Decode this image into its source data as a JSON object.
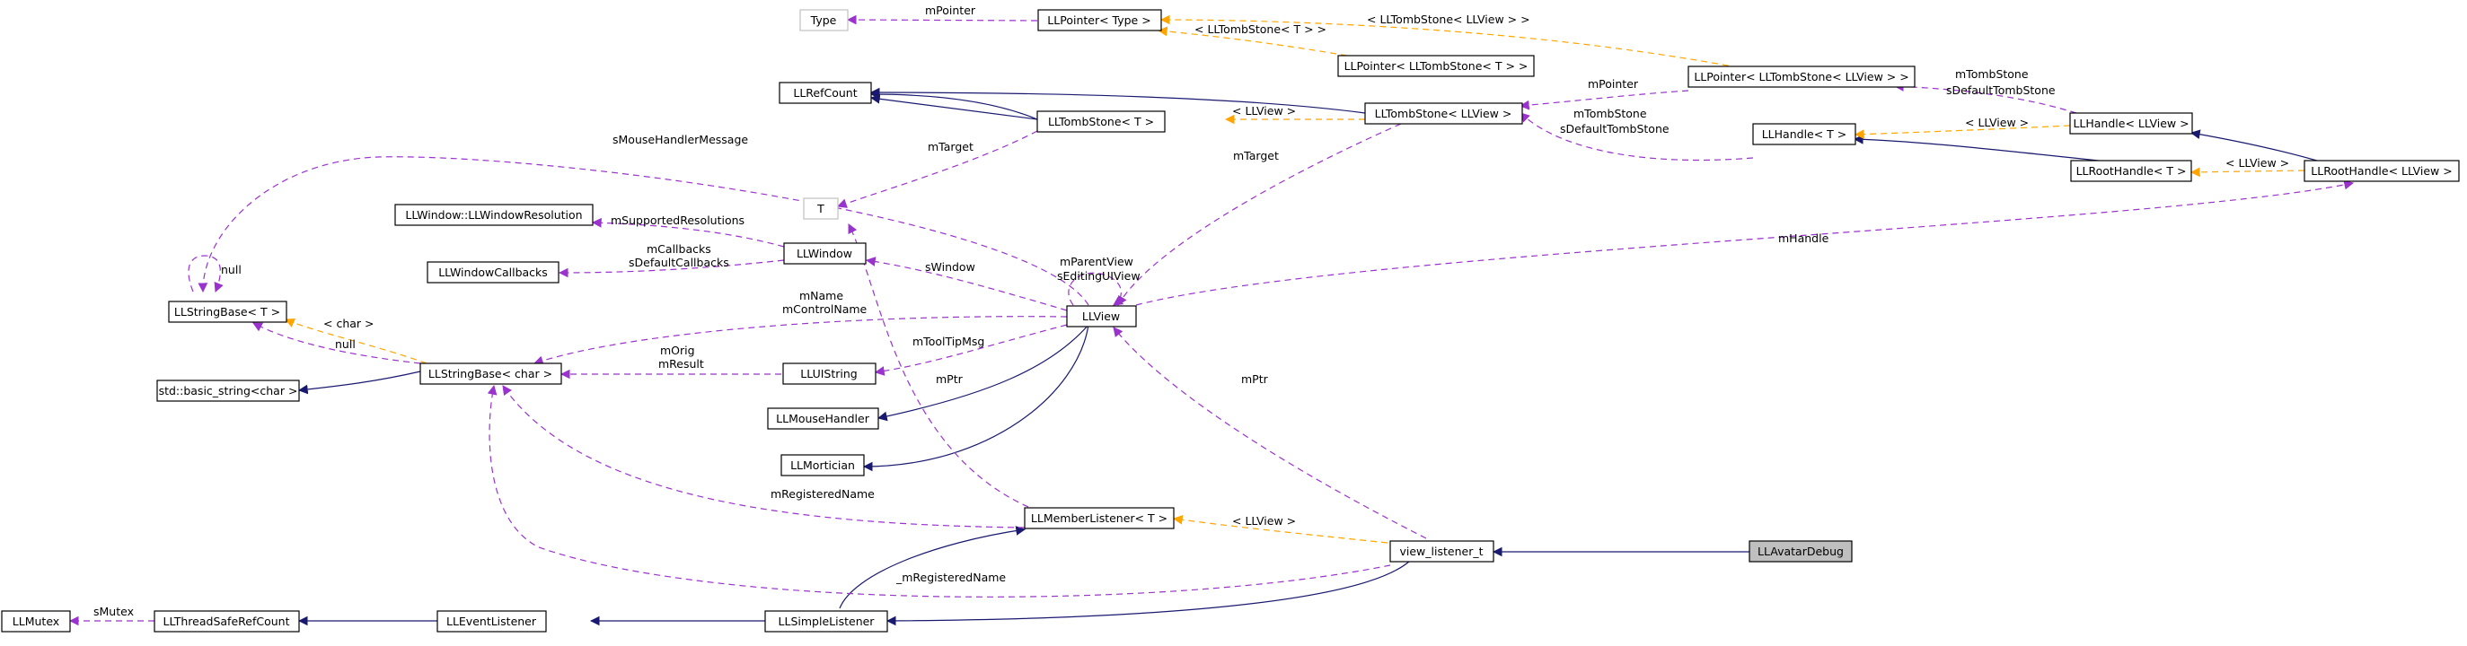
{
  "nodes": {
    "type": "Type",
    "llpointer_type": "LLPointer< Type >",
    "llpointer_tombstone_t": "LLPointer< LLTombStone< T > >",
    "llpointer_tombstone_llview": "LLPointer< LLTombStone< LLView > >",
    "llrefcount": "LLRefCount",
    "lltombstone_t": "LLTombStone< T >",
    "lltombstone_llview": "LLTombStone< LLView >",
    "llhandle_t": "LLHandle< T >",
    "llhandle_llview": "LLHandle< LLView >",
    "llroothandle_t": "LLRootHandle< T >",
    "llroothandle_llview": "LLRootHandle< LLView >",
    "t": "T",
    "llwindowresolution": "LLWindow::LLWindowResolution",
    "llwindow": "LLWindow",
    "llwindowcallbacks": "LLWindowCallbacks",
    "llstringbase_t": "LLStringBase< T >",
    "llview": "LLView",
    "llstringbase_char": "LLStringBase< char >",
    "std_basic_string": "std::basic_string<char >",
    "lluistring": "LLUIString",
    "llmousehandler": "LLMouseHandler",
    "llmortician": "LLMortician",
    "llmemberlistener": "LLMemberListener< T >",
    "view_listener_t": "view_listener_t",
    "llavatardebug": "LLAvatarDebug",
    "llmutex": "LLMutex",
    "llthreadsaferefcount": "LLThreadSafeRefCount",
    "lleventlistener": "LLEventListener",
    "llsimplelistener": "LLSimpleListener"
  },
  "edge_labels": {
    "mpointer_type": "mPointer",
    "tombstone_llview_tmpl": "< LLTombStone< LLView > >",
    "tombstone_t_tmpl": "< LLTombStone< T > >",
    "mpointer_llview": "mPointer",
    "mtombstone_a": "mTombStone",
    "sdefault_tombstone_a": "sDefaultTombStone",
    "mtombstone_b": "mTombStone",
    "sdefault_tombstone_b": "sDefaultTombStone",
    "llview_tmpl_a": "< LLView >",
    "llview_tmpl_b": "< LLView >",
    "llview_tmpl_c": "< LLView >",
    "smousehandlermessage": "sMouseHandlerMessage",
    "mtarget_a": "mTarget",
    "mtarget_b": "mTarget",
    "msupportedresolutions": "mSupportedResolutions",
    "mcallbacks": "mCallbacks",
    "sdefaultcallbacks": "sDefaultCallbacks",
    "null_a": "null",
    "char_tmpl": "< char >",
    "null_b": "null",
    "mname": "mName",
    "mcontrolname": "mControlName",
    "morig": "mOrig",
    "mresult": "mResult",
    "mparentview": "mParentView",
    "sediting_uiview": "sEditingUIView",
    "swindow": "sWindow",
    "mtooltipmsg": "mToolTipMsg",
    "mhandle": "mHandle",
    "mptr_a": "mPtr",
    "mptr_b": "mPtr",
    "mregisteredname_a": "mRegisteredName",
    "mregisteredname_b": "_mRegisteredName",
    "llview_tmpl_d": "< LLView >",
    "smutex": "sMutex"
  },
  "legend_colors": {
    "inheritance": "#191970",
    "usage": "#9a32cd",
    "template": "#ffa500",
    "focus_fill": "#bfbfbf"
  }
}
